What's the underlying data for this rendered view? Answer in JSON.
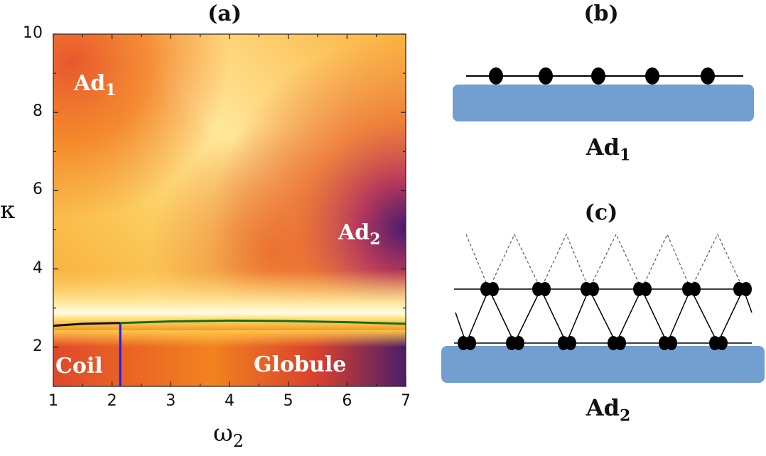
{
  "panels": {
    "a": {
      "label": "(a)",
      "x_axis": {
        "title_main": "ω",
        "title_sub": "2",
        "ticks": [
          "1",
          "2",
          "3",
          "4",
          "5",
          "6",
          "7"
        ],
        "range": [
          1,
          7
        ]
      },
      "y_axis": {
        "title": "κ",
        "ticks": [
          "2",
          "4",
          "6",
          "8",
          "10"
        ],
        "range": [
          1,
          10
        ]
      },
      "regions": {
        "ad1_main": "Ad",
        "ad1_sub": "1",
        "ad2_main": "Ad",
        "ad2_sub": "2",
        "coil": "Coil",
        "globule": "Globule"
      },
      "colors": {
        "coil_boundary": "#111111",
        "adsorption_line": "#1a6b1a",
        "coil_globule_line": "#1a1aff"
      }
    },
    "b": {
      "label": "(b)",
      "state_main": "Ad",
      "state_sub": "1"
    },
    "c": {
      "label": "(c)",
      "state_main": "Ad",
      "state_sub": "2"
    }
  },
  "chart_data": {
    "type": "heatmap",
    "title": "(a)",
    "xlabel": "ω2",
    "ylabel": "κ",
    "xlim": [
      1,
      7
    ],
    "ylim": [
      1,
      10
    ],
    "series": [
      {
        "name": "",
        "x": [
          1.0,
          1.5,
          2.14
        ],
        "y": [
          2.55,
          2.6,
          2.62
        ]
      },
      {
        "name": "",
        "x": [
          2.14,
          3,
          4,
          5,
          6,
          7
        ],
        "y": [
          2.62,
          2.66,
          2.68,
          2.67,
          2.64,
          2.6
        ]
      },
      {
        "name": "",
        "x": [
          2.14,
          2.14
        ],
        "y": [
          1.0,
          2.62
        ]
      }
    ],
    "region_labels": [
      "Ad1",
      "Ad2",
      "Coil",
      "Globule"
    ],
    "colors": [
      "#111111",
      "#1a6b1a",
      "#1a1aff"
    ]
  },
  "schematic": {
    "substrate_color": "#729fcf",
    "bead_color": "#000000"
  }
}
